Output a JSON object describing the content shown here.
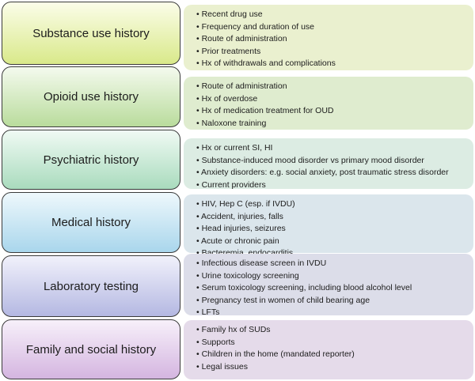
{
  "sections": [
    {
      "title": "Substance use history",
      "label_gradient": [
        "#fbfde9",
        "#d9e98a"
      ],
      "detail_bg": "#eaf0cf",
      "items": [
        "Recent drug use",
        "Frequency and duration of use",
        "Route of administration",
        "Prior treatments",
        "Hx of withdrawals and complications"
      ]
    },
    {
      "title": "Opioid use history",
      "label_gradient": [
        "#f4faee",
        "#b9dc9c"
      ],
      "detail_bg": "#dfeccf",
      "items": [
        "Route of administration",
        "Hx of overdose",
        "Hx of medication treatment for OUD",
        "Naloxone training"
      ]
    },
    {
      "title": "Psychiatric history",
      "label_gradient": [
        "#f0faf4",
        "#a9dbbd"
      ],
      "detail_bg": "#dcece3",
      "items": [
        "Hx or current SI, HI",
        "Substance-induced mood disorder vs primary mood disorder",
        "Anxiety disorders: e.g. social anxiety, post traumatic stress disorder",
        "Current providers"
      ]
    },
    {
      "title": "Medical history",
      "label_gradient": [
        "#eef8fc",
        "#a9d6ec"
      ],
      "detail_bg": "#dbe6ec",
      "items": [
        "HIV, Hep C (esp. if IVDU)",
        "Accident, injuries, falls",
        "Head injuries, seizures",
        "Acute or chronic pain",
        "Bacteremia, endocarditis"
      ]
    },
    {
      "title": "Laboratory testing",
      "label_gradient": [
        "#f1f1fb",
        "#b4b8e2"
      ],
      "detail_bg": "#dcdde9",
      "items": [
        "Infectious disease screen in IVDU",
        "Urine toxicology screening",
        "Serum toxicology screening, including blood alcohol level",
        "Pregnancy test in women of child bearing age",
        "LFTs"
      ]
    },
    {
      "title": "Family and social history",
      "label_gradient": [
        "#f7f0fa",
        "#d4b5e0"
      ],
      "detail_bg": "#e5dbea",
      "items": [
        "Family hx of SUDs",
        "Supports",
        "Children in the home (mandated reporter)",
        "Legal issues"
      ]
    }
  ]
}
